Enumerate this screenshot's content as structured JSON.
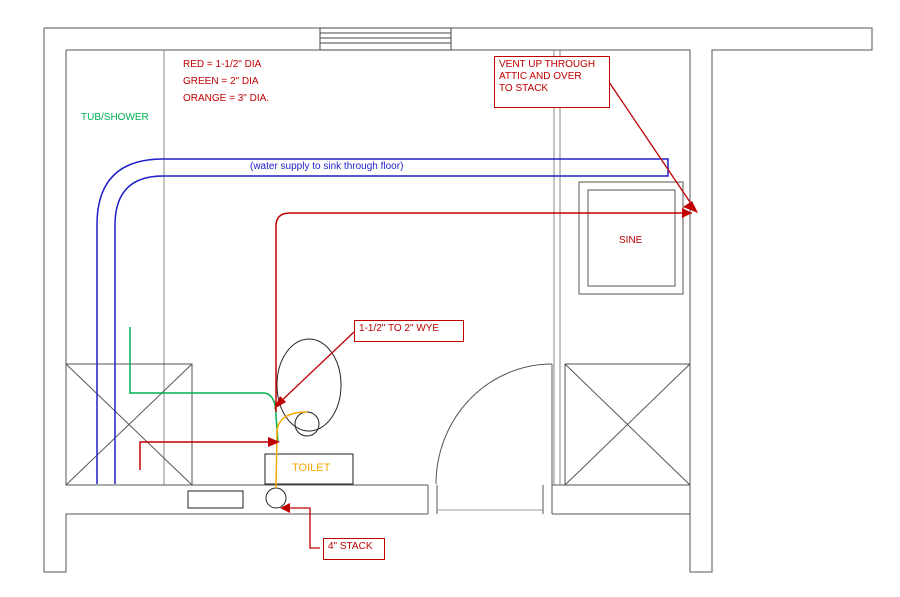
{
  "legend": {
    "red": "RED = 1-1/2\" DIA",
    "green": "GREEN = 2\" DIA",
    "orange": "ORANGE = 3\" DIA."
  },
  "labels": {
    "tub_shower": "TUB/SHOWER",
    "water_supply": "(water supply to sink through floor)",
    "sink": "SINE",
    "toilet": "TOILET"
  },
  "callouts": {
    "vent": [
      "VENT UP THROUGH",
      "ATTIC AND OVER",
      "TO STACK"
    ],
    "wye": "1-1/2\" TO 2\" WYE",
    "stack": "4\" STACK"
  },
  "colors": {
    "red": "#c00000",
    "green": "#00b050",
    "orange": "#f5a800",
    "blue": "#1f1fc8",
    "wall": "#555555"
  }
}
